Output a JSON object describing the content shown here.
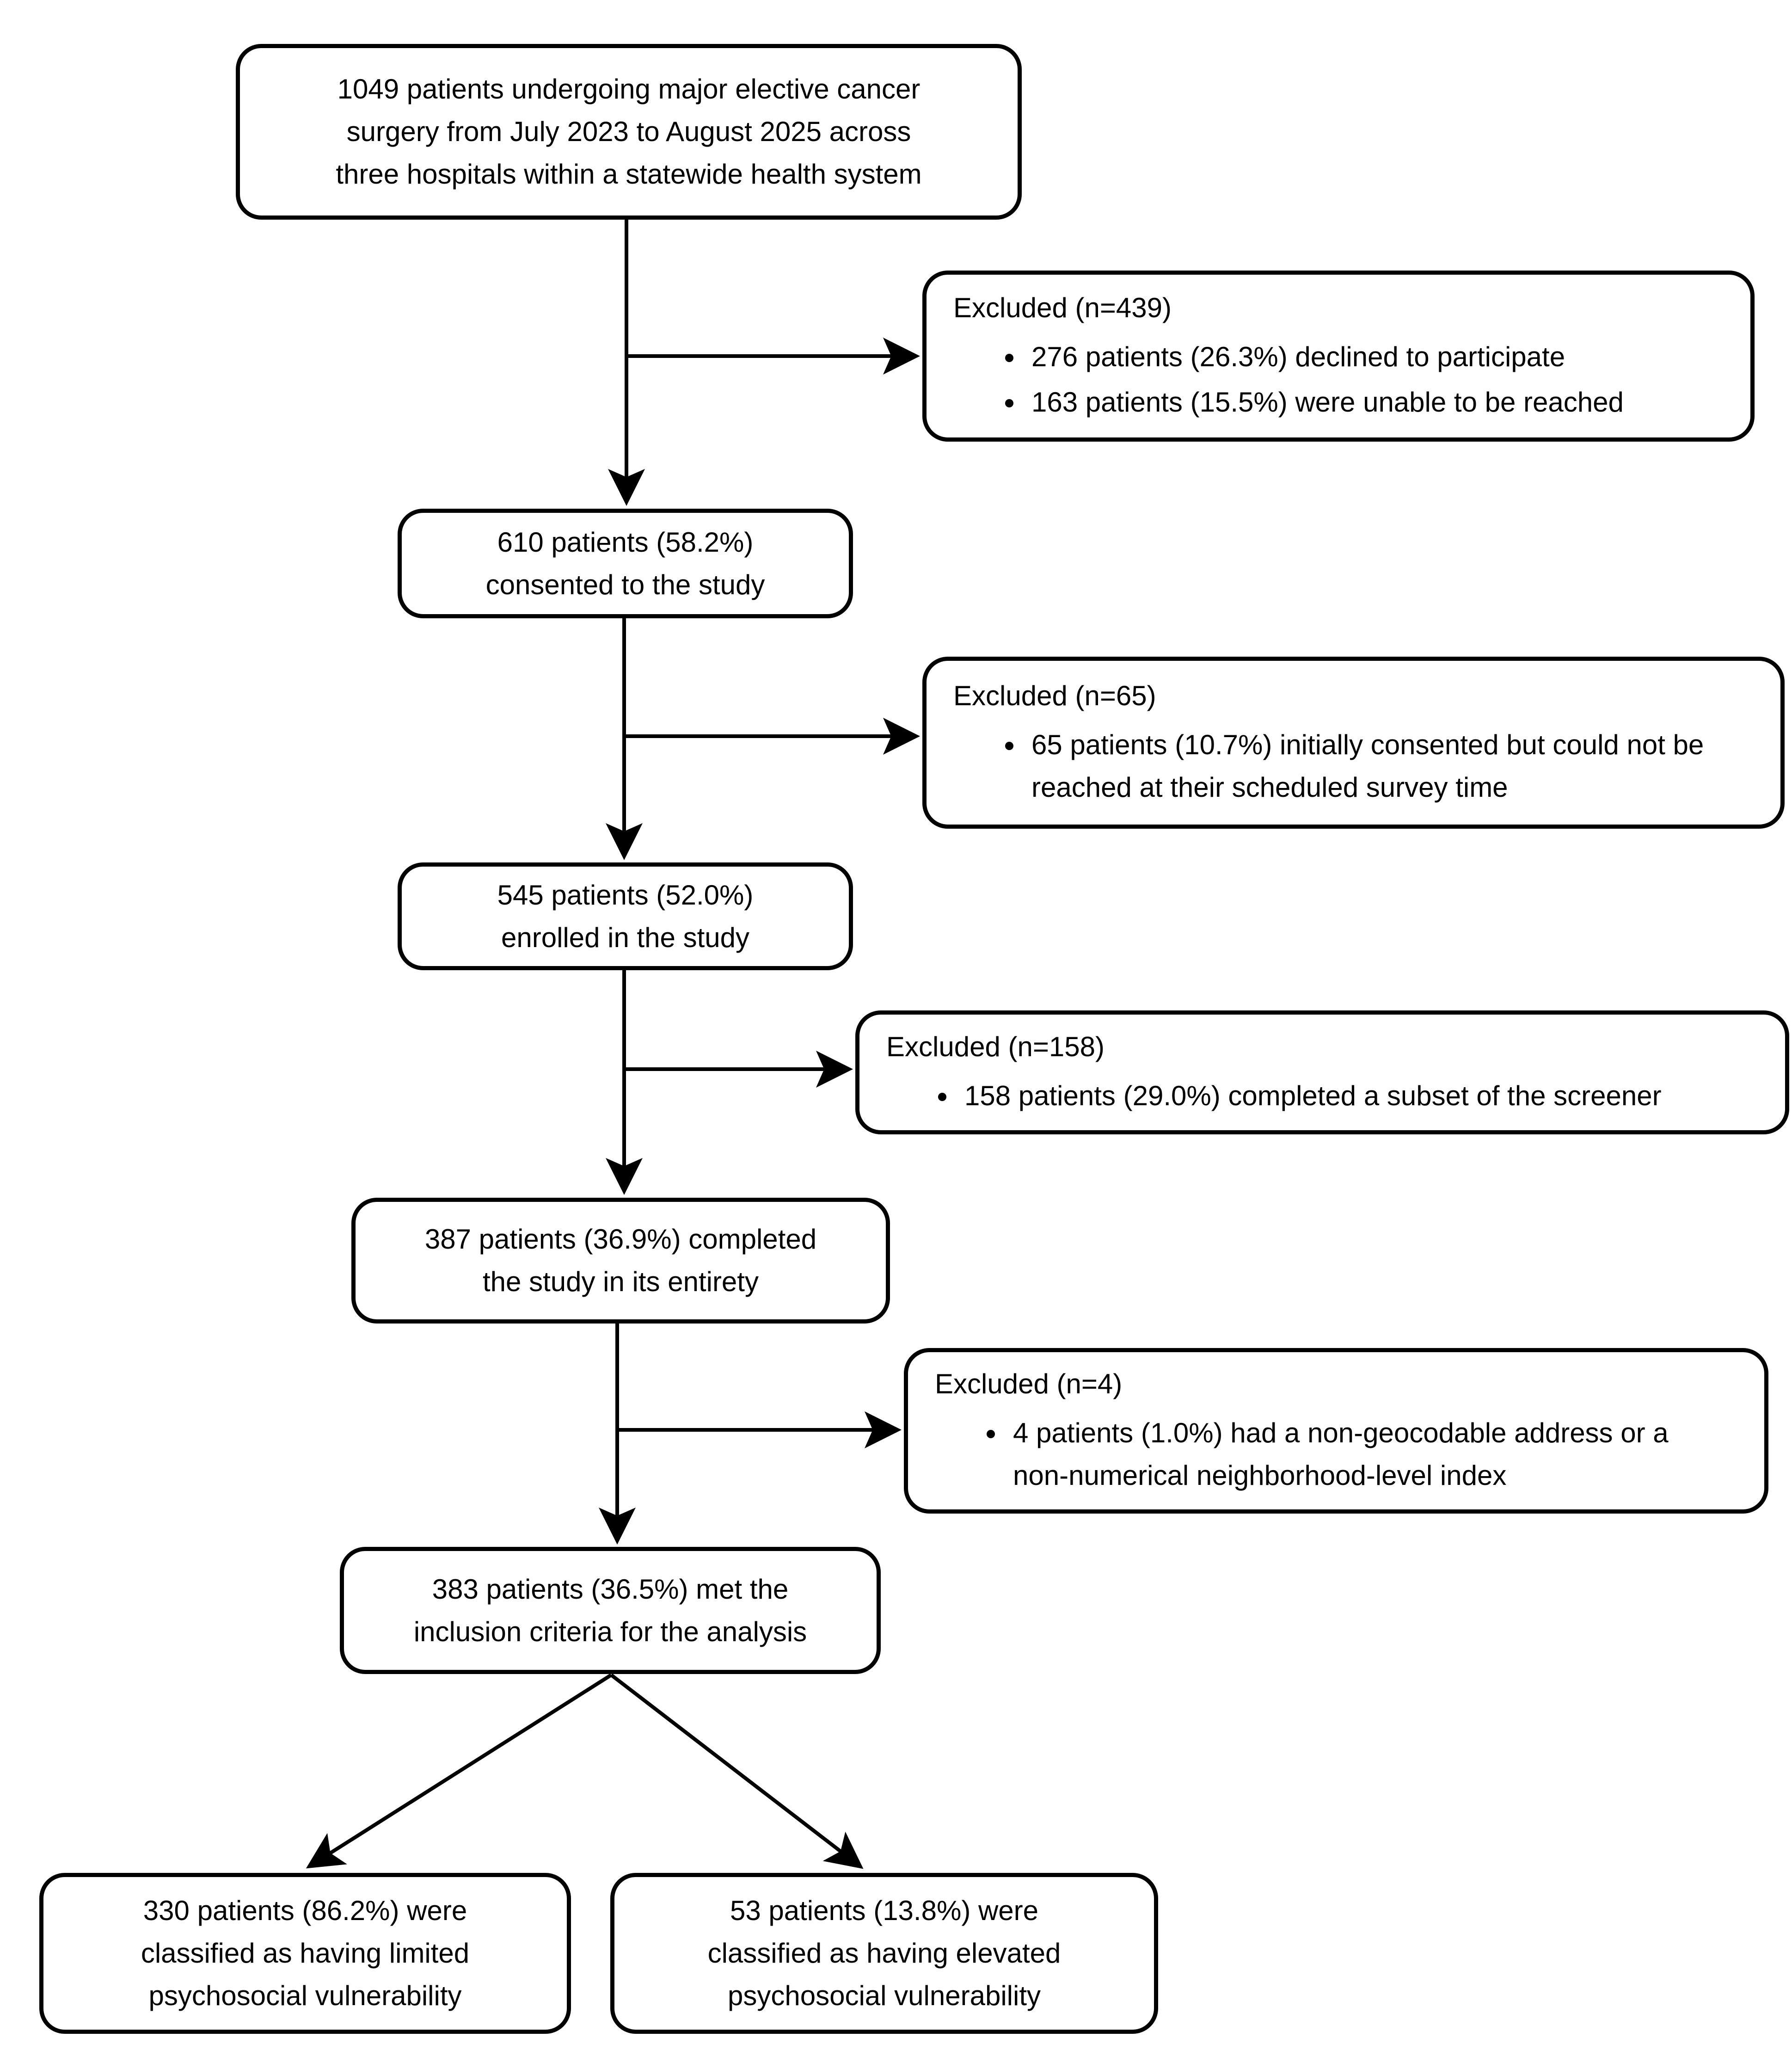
{
  "diagram": {
    "background_color": "#ffffff",
    "box_fill_color": "#ffffff",
    "box_border_color": "#000000",
    "text_color": "#000000",
    "boxes": {
      "initial": {
        "lines": [
          "1049 patients undergoing major elective cancer",
          "surgery from July 2023 to August 2025 across",
          "three hospitals within a statewide health system"
        ]
      },
      "excluded_439": {
        "title": "Excluded (n=439)",
        "bullets": [
          "276 patients (26.3%) declined to participate",
          "163 patients (15.5%) were unable to be reached"
        ]
      },
      "consented": {
        "lines": [
          "610 patients (58.2%)",
          "consented to the study"
        ]
      },
      "excluded_65": {
        "title": "Excluded (n=65)",
        "bullets": [
          "65 patients (10.7%) initially consented but could not be reached at their scheduled survey time"
        ]
      },
      "enrolled": {
        "lines": [
          "545 patients (52.0%)",
          "enrolled in the study"
        ]
      },
      "excluded_158": {
        "title": "Excluded (n=158)",
        "bullets": [
          "158 patients (29.0%) completed a subset of the screener"
        ]
      },
      "completed": {
        "lines": [
          "387 patients (36.9%) completed",
          "the study in its entirety"
        ]
      },
      "excluded_4": {
        "title": "Excluded (n=4)",
        "bullets": [
          "4 patients (1.0%) had a non-geocodable address or a non-numerical neighborhood-level index"
        ]
      },
      "analysis": {
        "lines": [
          "383 patients (36.5%) met the",
          "inclusion criteria for the analysis"
        ]
      },
      "limited": {
        "lines": [
          "330 patients (86.2%) were",
          "classified as having limited",
          "psychosocial vulnerability"
        ]
      },
      "elevated": {
        "lines": [
          "53 patients (13.8%) were",
          "classified as having elevated",
          "psychosocial vulnerability"
        ]
      }
    }
  }
}
